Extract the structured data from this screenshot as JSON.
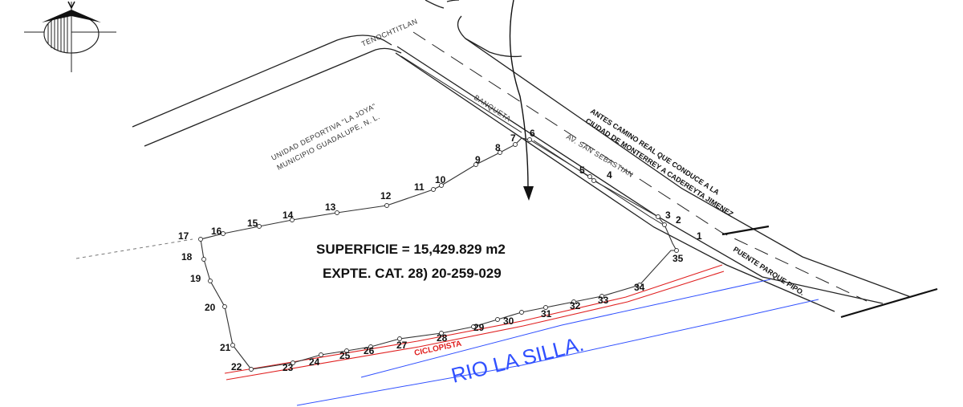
{
  "labels": {
    "superficie": "SUPERFICIE = 15,429.829 m2",
    "expediente": "EXPTE. CAT. 28) 20-259-029",
    "river": "RIO LA SILLA.",
    "ciclopista": "CICLOPISTA",
    "tenochtitlan": "TENOCHTITLAN",
    "banqueta": "BANQUETA",
    "avenida": "AV. SAN SEBASTIAN",
    "antes_camino_1": "ANTES CAMINO REAL QUE CONDUCE A LA",
    "antes_camino_2": "CIUDAD DE MONTERREY A CADEREYTA JIMENEZ",
    "puente": "PUENTE PARQUE PIPO.",
    "unidad_1": "UNIDAD DEPORTIVA \"LA JOYA\"",
    "unidad_2": "MUNICIPIO GUADALUPE, N. L."
  },
  "vertices": [
    "1",
    "2",
    "3",
    "4",
    "5",
    "6",
    "7",
    "8",
    "9",
    "10",
    "11",
    "12",
    "13",
    "14",
    "15",
    "16",
    "17",
    "18",
    "19",
    "20",
    "21",
    "22",
    "23",
    "24",
    "25",
    "26",
    "27",
    "28",
    "29",
    "30",
    "31",
    "32",
    "33",
    "34",
    "35"
  ],
  "colors": {
    "ciclopista": "#e02020",
    "river": "#3050ff",
    "linework": "#222222"
  },
  "icons": {
    "north_arrow": "north-arrow-icon"
  }
}
